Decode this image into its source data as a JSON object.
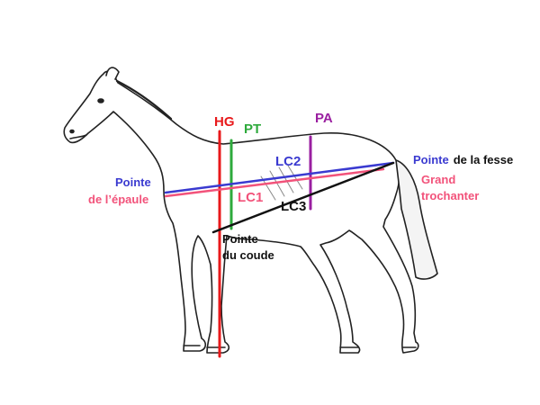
{
  "labels": {
    "hg": "HG",
    "pt": "PT",
    "pa": "PA",
    "lc1": "LC1",
    "lc2": "LC2",
    "lc3": "LC3",
    "pointe_epaule_line1": "Pointe",
    "pointe_epaule_line2": "de l’épaule",
    "pointe_fesse_word1": "Pointe",
    "pointe_fesse_word2": "de la fesse",
    "grand_trochanter_line1": "Grand",
    "grand_trochanter_line2": "trochanter",
    "pointe_coude_line1": "Pointe",
    "pointe_coude_line2": "du coude"
  },
  "colors": {
    "hg": "#e8191b",
    "pt": "#2eaa3c",
    "pa": "#9a1fa0",
    "lc1": "#f2527a",
    "lc2": "#3a3ad0",
    "lc3": "#111111",
    "outline": "#222222"
  }
}
